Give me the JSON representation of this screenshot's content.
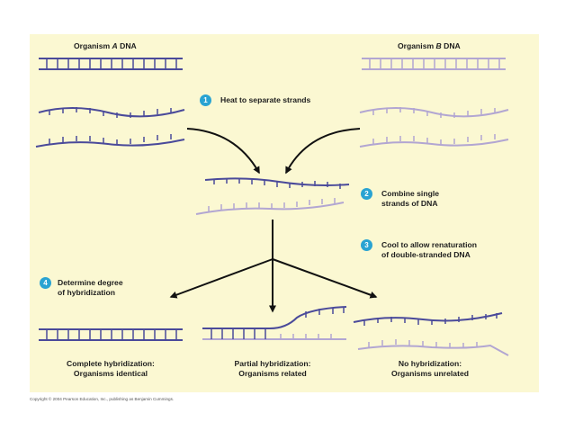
{
  "labels": {
    "organism_a_prefix": "Organism ",
    "organism_a_letter": "A",
    "organism_a_suffix": " DNA",
    "organism_b_prefix": "Organism ",
    "organism_b_letter": "B",
    "organism_b_suffix": " DNA"
  },
  "steps": [
    {
      "number": "1",
      "lines": [
        "Heat to separate strands"
      ]
    },
    {
      "number": "2",
      "lines": [
        "Combine single",
        "strands of DNA"
      ]
    },
    {
      "number": "3",
      "lines": [
        "Cool to allow renaturation",
        "of double-stranded DNA"
      ]
    },
    {
      "number": "4",
      "lines": [
        "Determine degree",
        "of hybridization"
      ]
    }
  ],
  "outcomes": [
    {
      "lines": [
        "Complete hybridization:",
        "Organisms identical"
      ]
    },
    {
      "lines": [
        "Partial hybridization:",
        "Organisms related"
      ]
    },
    {
      "lines": [
        "No hybridization:",
        "Organisms unrelated"
      ]
    }
  ],
  "copyright": "Copyright © 2004 Pearson Education, Inc., publishing as Benjamin Cummings.",
  "colors": {
    "background": "#fbf8d2",
    "organism_a_strand": "#4a4a9a",
    "organism_b_strand": "#b2a6d2",
    "arrow": "#111111",
    "badge": "#29a3d2"
  }
}
